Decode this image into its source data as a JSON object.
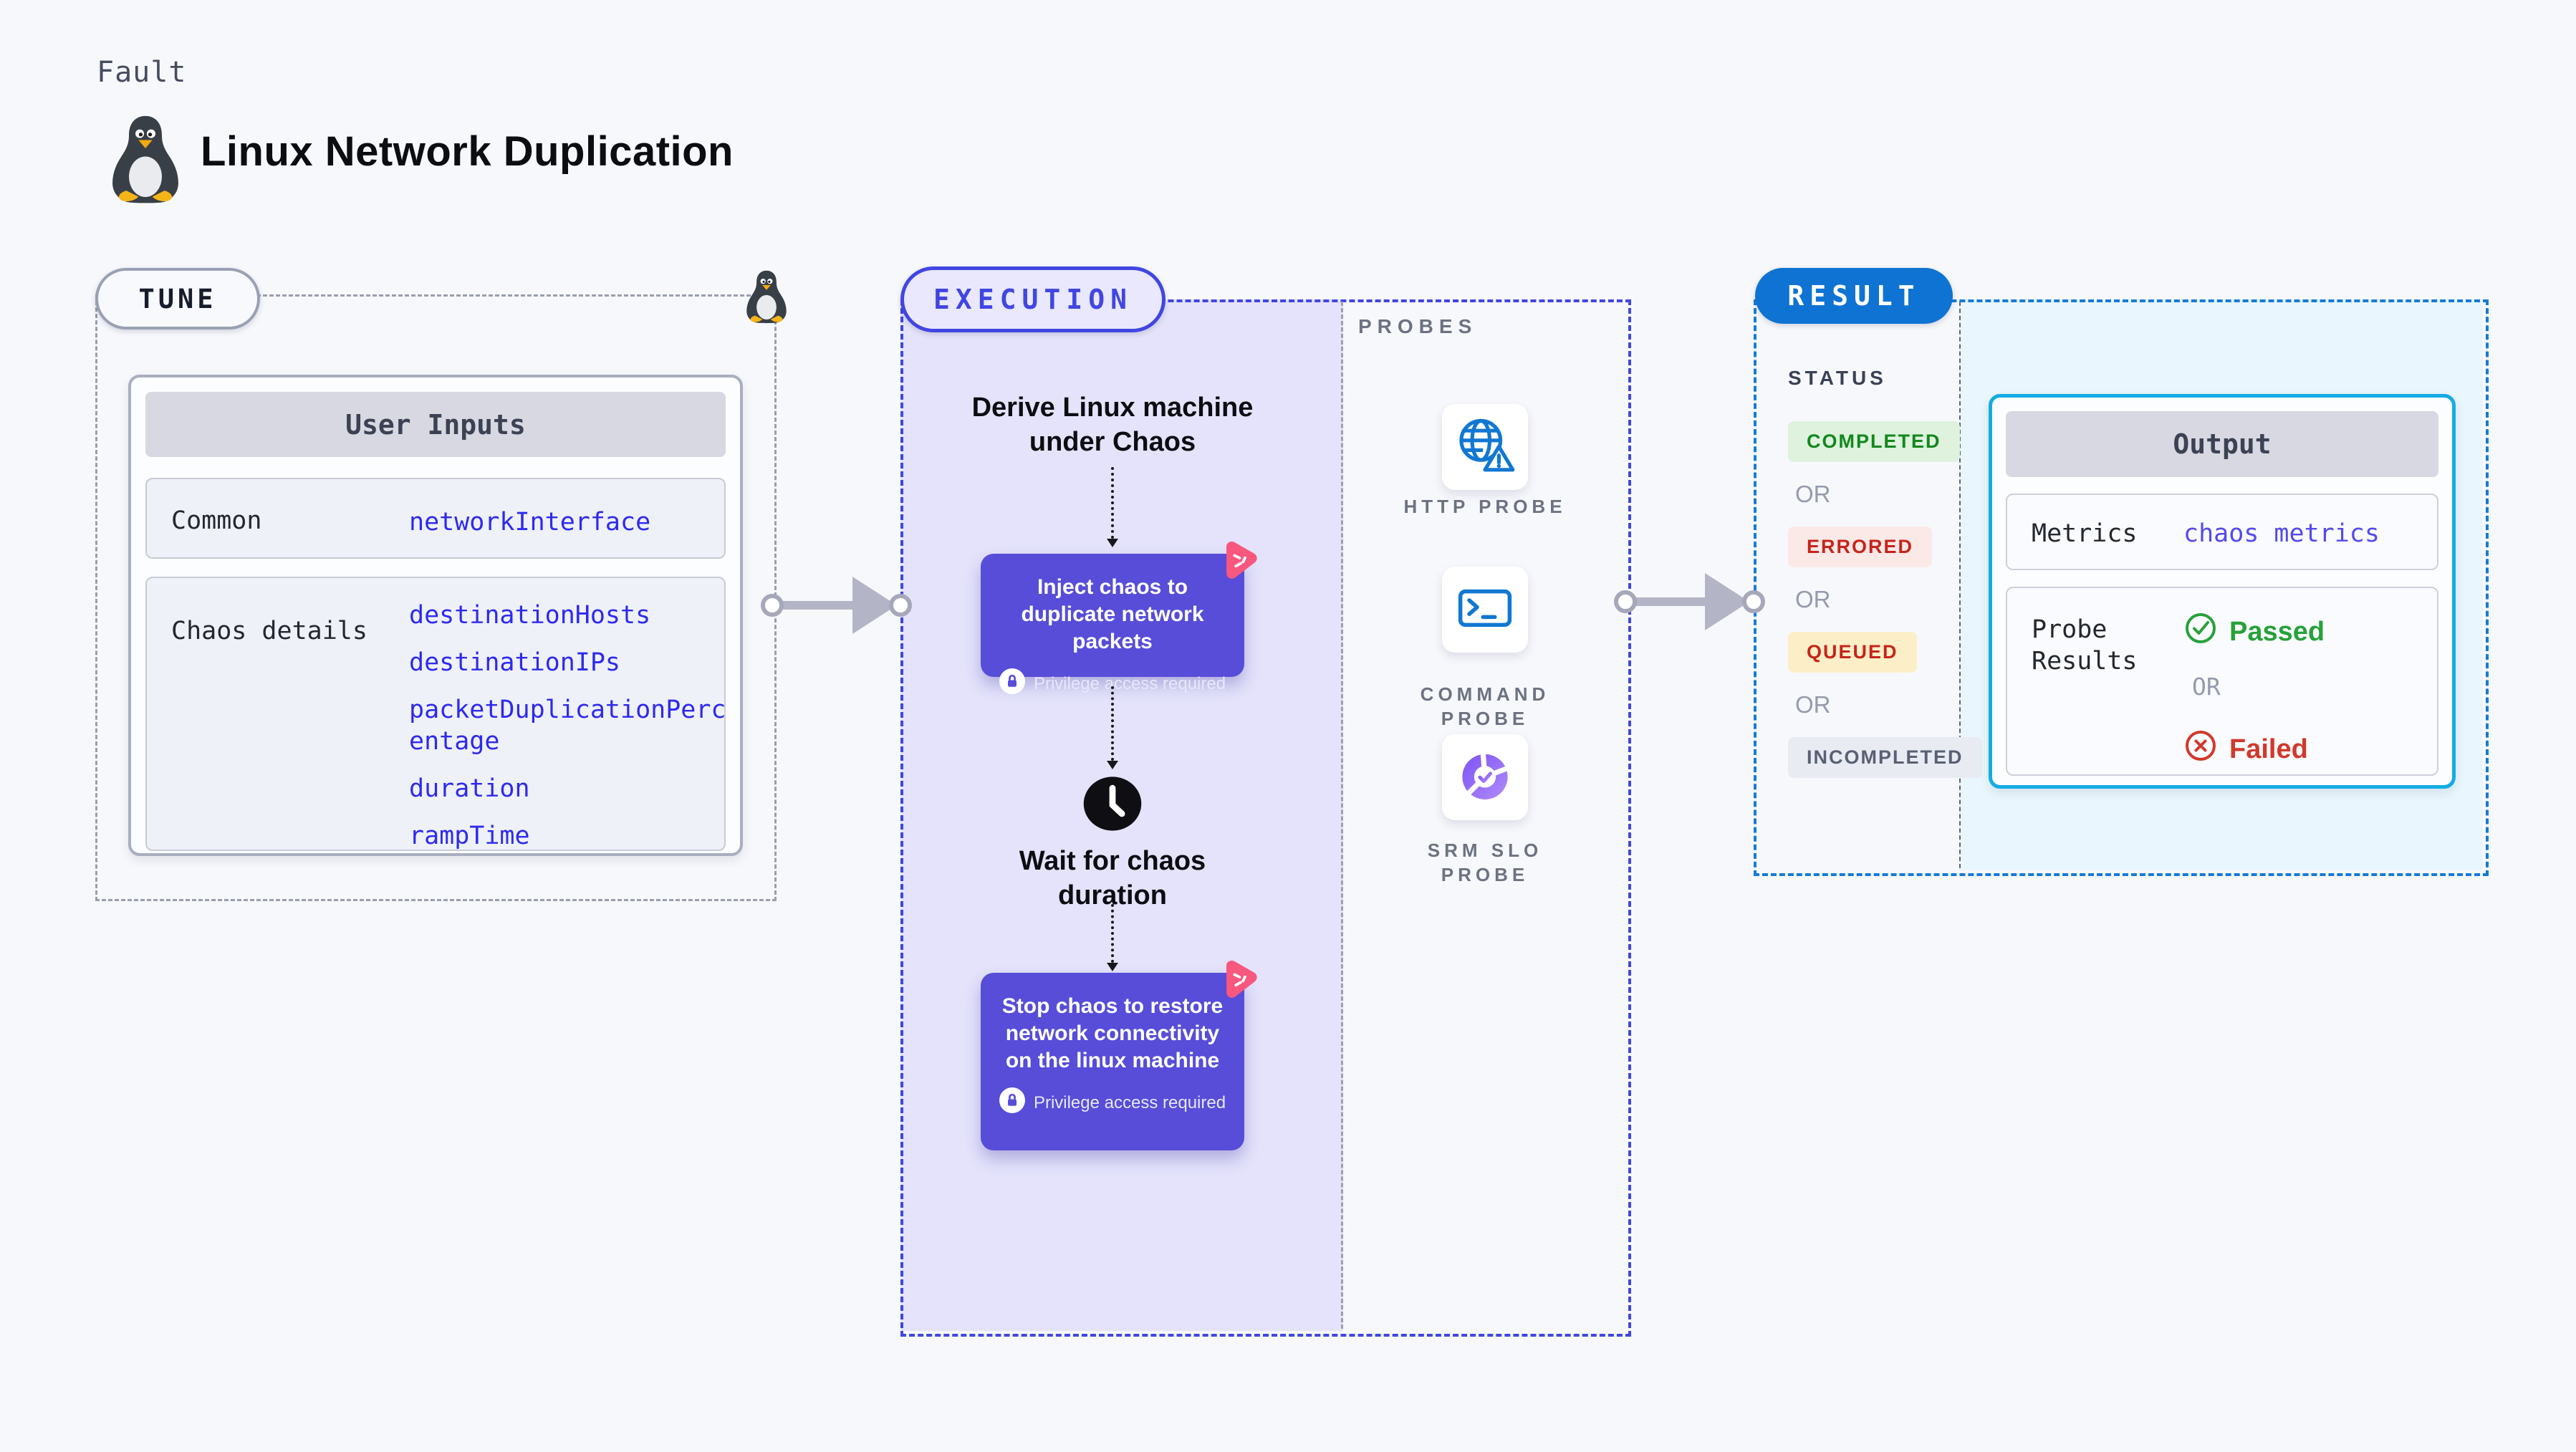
{
  "header": {
    "eyebrow": "Fault",
    "title": "Linux Network Duplication",
    "icon": "tux-penguin"
  },
  "tune": {
    "label": "TUNE",
    "card": {
      "title": "User Inputs",
      "rows": [
        {
          "label": "Common",
          "values": [
            "networkInterface"
          ]
        },
        {
          "label": "Chaos details",
          "values": [
            "destinationHosts",
            "destinationIPs",
            "packetDuplicationPercentage",
            "duration",
            "rampTime"
          ]
        }
      ]
    }
  },
  "execution": {
    "label": "EXECUTION",
    "steps": {
      "derive": "Derive Linux machine under Chaos",
      "inject": "Inject chaos to duplicate network packets",
      "privilege": "Privilege access required",
      "wait": "Wait for chaos duration",
      "stop": "Stop chaos to restore network connectivity on the linux machine"
    },
    "probes": {
      "label": "PROBES",
      "items": [
        {
          "name": "HTTP PROBE",
          "icon": "globe-alert-icon"
        },
        {
          "name": "COMMAND PROBE",
          "icon": "terminal-icon"
        },
        {
          "name": "SRM SLO PROBE",
          "icon": "slo-pie-icon"
        }
      ]
    }
  },
  "result": {
    "label": "RESULT",
    "status": {
      "label": "STATUS",
      "separator": "OR",
      "badges": [
        "COMPLETED",
        "ERRORED",
        "QUEUED",
        "INCOMPLETED"
      ]
    },
    "output": {
      "title": "Output",
      "metrics_label": "Metrics",
      "metrics_value": "chaos metrics",
      "probe_label": "Probe Results",
      "passed": "Passed",
      "or": "OR",
      "failed": "Failed"
    }
  },
  "colors": {
    "page_bg": "#f7f8fc",
    "lavender_fill": "#e4e3fb",
    "execution_border": "#4146e2",
    "chaos_box": "#574dd8",
    "chaos_pink": "#f8577e",
    "result_blue": "#0f73d3",
    "result_border": "#157bd8",
    "output_border": "#14abe4",
    "lightblue_fill": "#e9f6fd",
    "value_blue": "#2d2af0",
    "link_indigo": "#5449ef",
    "passed_green": "#27a13a",
    "failed_red": "#d2382b",
    "completed_badge": "#def2de",
    "errored_badge": "#fbe9e8",
    "queued_badge": "#fcefc8",
    "incompleted_badge": "#e9ebf2",
    "probe_icon_blue": "#1177d3",
    "srm_purple": "#7d52f4"
  }
}
